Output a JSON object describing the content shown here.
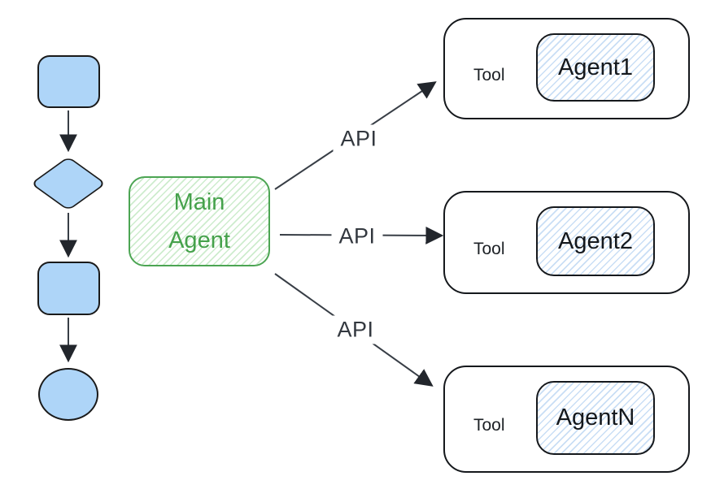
{
  "flowchart": {
    "node_fill": "#AED5F8",
    "node_border": "#1A1A1A",
    "nodes": [
      {
        "shape": "rounded-rectangle",
        "name": "process-1"
      },
      {
        "shape": "diamond",
        "name": "decision"
      },
      {
        "shape": "rounded-rectangle",
        "name": "process-2"
      },
      {
        "shape": "ellipse",
        "name": "end"
      }
    ]
  },
  "main_agent": {
    "lines": [
      "Main",
      "Agent"
    ],
    "text_color": "#45A14B",
    "border_color": "#4CA553",
    "hatch_color": "#CDECCD"
  },
  "connections": [
    {
      "label": "API",
      "from": "main-agent",
      "to": "Agent1"
    },
    {
      "label": "API",
      "from": "main-agent",
      "to": "Agent2"
    },
    {
      "label": "API",
      "from": "main-agent",
      "to": "AgentN"
    }
  ],
  "tools": [
    {
      "label": "Tool",
      "agent_label": "Agent1"
    },
    {
      "label": "Tool",
      "agent_label": "Agent2"
    },
    {
      "label": "Tool",
      "agent_label": "AgentN"
    }
  ],
  "colors": {
    "background": "#FFFFFF",
    "arrow_line": "#383E46",
    "arrowhead": "#22262C",
    "agent_hatch_blue": "#C9DEF5",
    "tool_border": "#15181C"
  }
}
